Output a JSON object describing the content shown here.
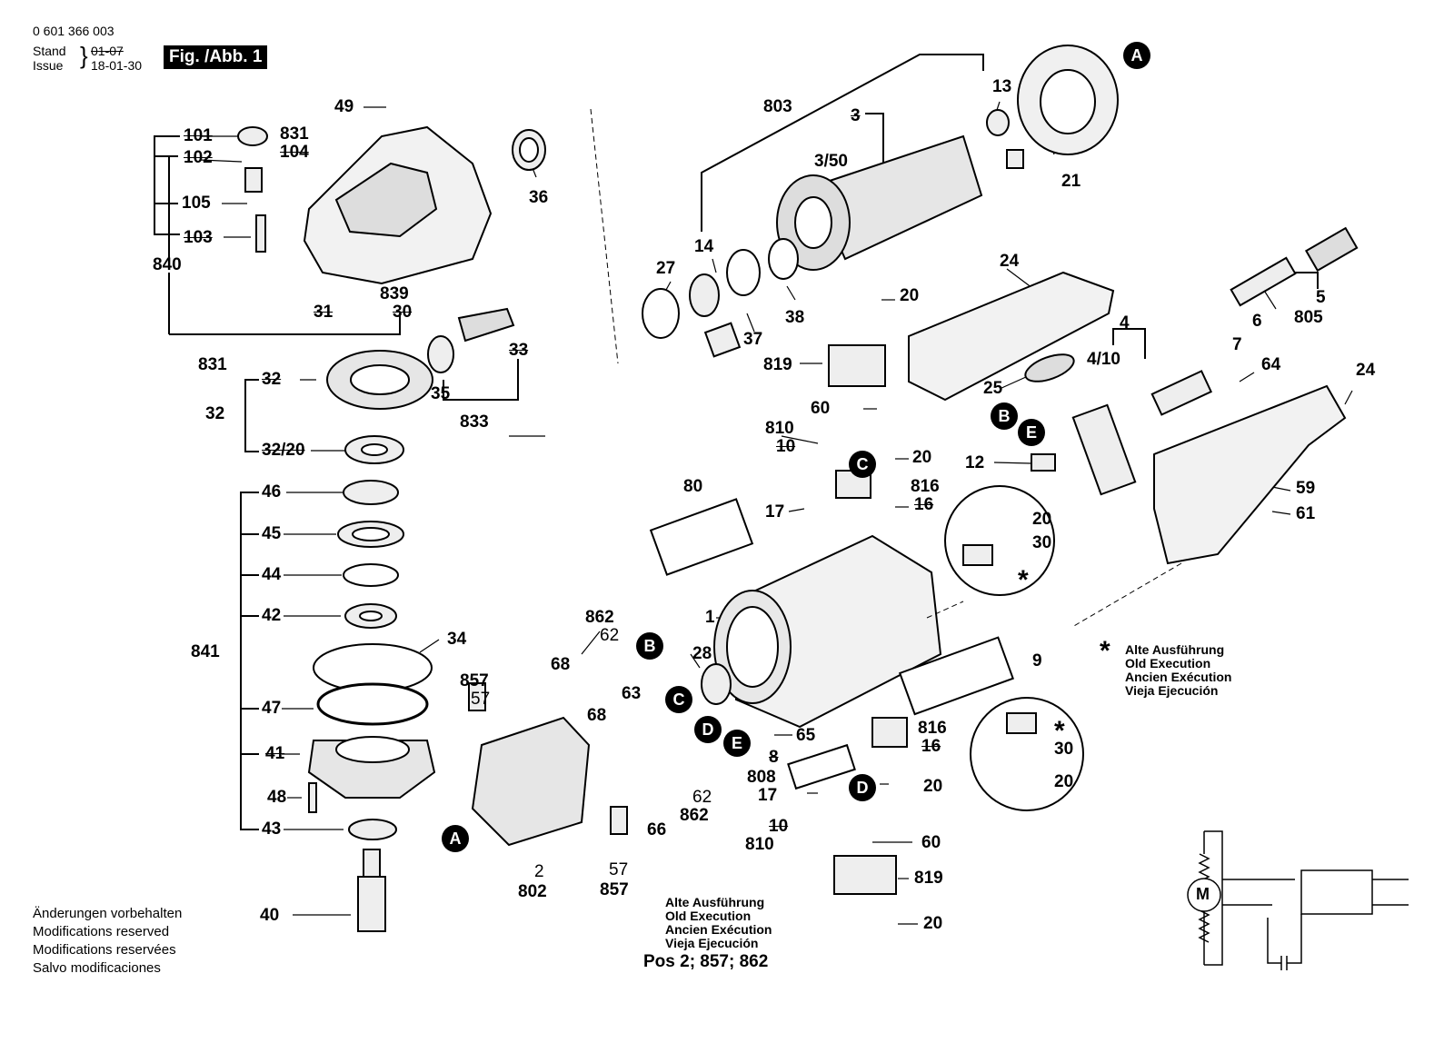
{
  "header": {
    "doc_number": "0 601 366 003",
    "stand_label": "Stand",
    "issue_label": "Issue",
    "stand_old": "01-07",
    "issue_date": "18-01-30",
    "figure_label": "Fig. /Abb. 1"
  },
  "parts": {
    "p49": "49",
    "p101": "101",
    "p102": "102",
    "p831a": "831",
    "p104": "104",
    "p105": "105",
    "p103": "103",
    "p840": "840",
    "p36": "36",
    "p839": "839",
    "p31": "31",
    "p30": "30",
    "p831b": "831",
    "p33": "33",
    "p32a": "32",
    "p32b": "32",
    "p35": "35",
    "p833": "833",
    "p32_20": "32/20",
    "p46": "46",
    "p45": "45",
    "p44": "44",
    "p42": "42",
    "p841": "841",
    "p34": "34",
    "p47": "47",
    "p41": "41",
    "p48": "48",
    "p43": "43",
    "p40": "40",
    "p803": "803",
    "p3": "3",
    "p3_50": "3/50",
    "p13": "13",
    "p21": "21",
    "p14": "14",
    "p27": "27",
    "p37": "37",
    "p38": "38",
    "p24a": "24",
    "p20a": "20",
    "p819a": "819",
    "p25": "25",
    "p4": "4",
    "p4_10": "4/10",
    "p5": "5",
    "p805": "805",
    "p6": "6",
    "p7": "7",
    "p64": "64",
    "p24b": "24",
    "p60a": "60",
    "p810a": "810",
    "p10a": "10",
    "p20b": "20",
    "p12": "12",
    "p59": "59",
    "p61": "61",
    "p80": "80",
    "p816a": "816",
    "p16a": "16",
    "p17a": "17",
    "p20c": "20",
    "p30a": "30",
    "p1": "1",
    "p862a": "862",
    "p62a": "62",
    "p68a": "68",
    "p28": "28",
    "p857a": "857",
    "p57a": "57",
    "p63": "63",
    "p68b": "68",
    "p65": "65",
    "p8": "8",
    "p808": "808",
    "p9": "9",
    "p816b": "816",
    "p16b": "16",
    "p17b": "17",
    "p20d": "20",
    "p62b": "62",
    "p862b": "862",
    "p66": "66",
    "p2": "2",
    "p802": "802",
    "p57b": "57",
    "p857b": "857",
    "p810b": "810",
    "p10b": "10",
    "p60b": "60",
    "p819b": "819",
    "p20e": "20",
    "p30b": "30",
    "p20f": "20"
  },
  "callouts": {
    "A": "A",
    "B": "B",
    "C": "C",
    "D": "D",
    "E": "E"
  },
  "old_execution_right": [
    "Alte Ausführung",
    "Old Execution",
    "Ancien Exécution",
    "Vieja Ejecución"
  ],
  "old_execution_bottom": [
    "Alte Ausführung",
    "Old Execution",
    "Ancien Exécution",
    "Vieja Ejecución"
  ],
  "pos_note": "Pos 2; 857; 862",
  "footnote": [
    "Änderungen vorbehalten",
    "Modifications reserved",
    "Modifications reservées",
    "Salvo modificaciones"
  ],
  "star_symbol": "*",
  "motor_symbol": "M"
}
